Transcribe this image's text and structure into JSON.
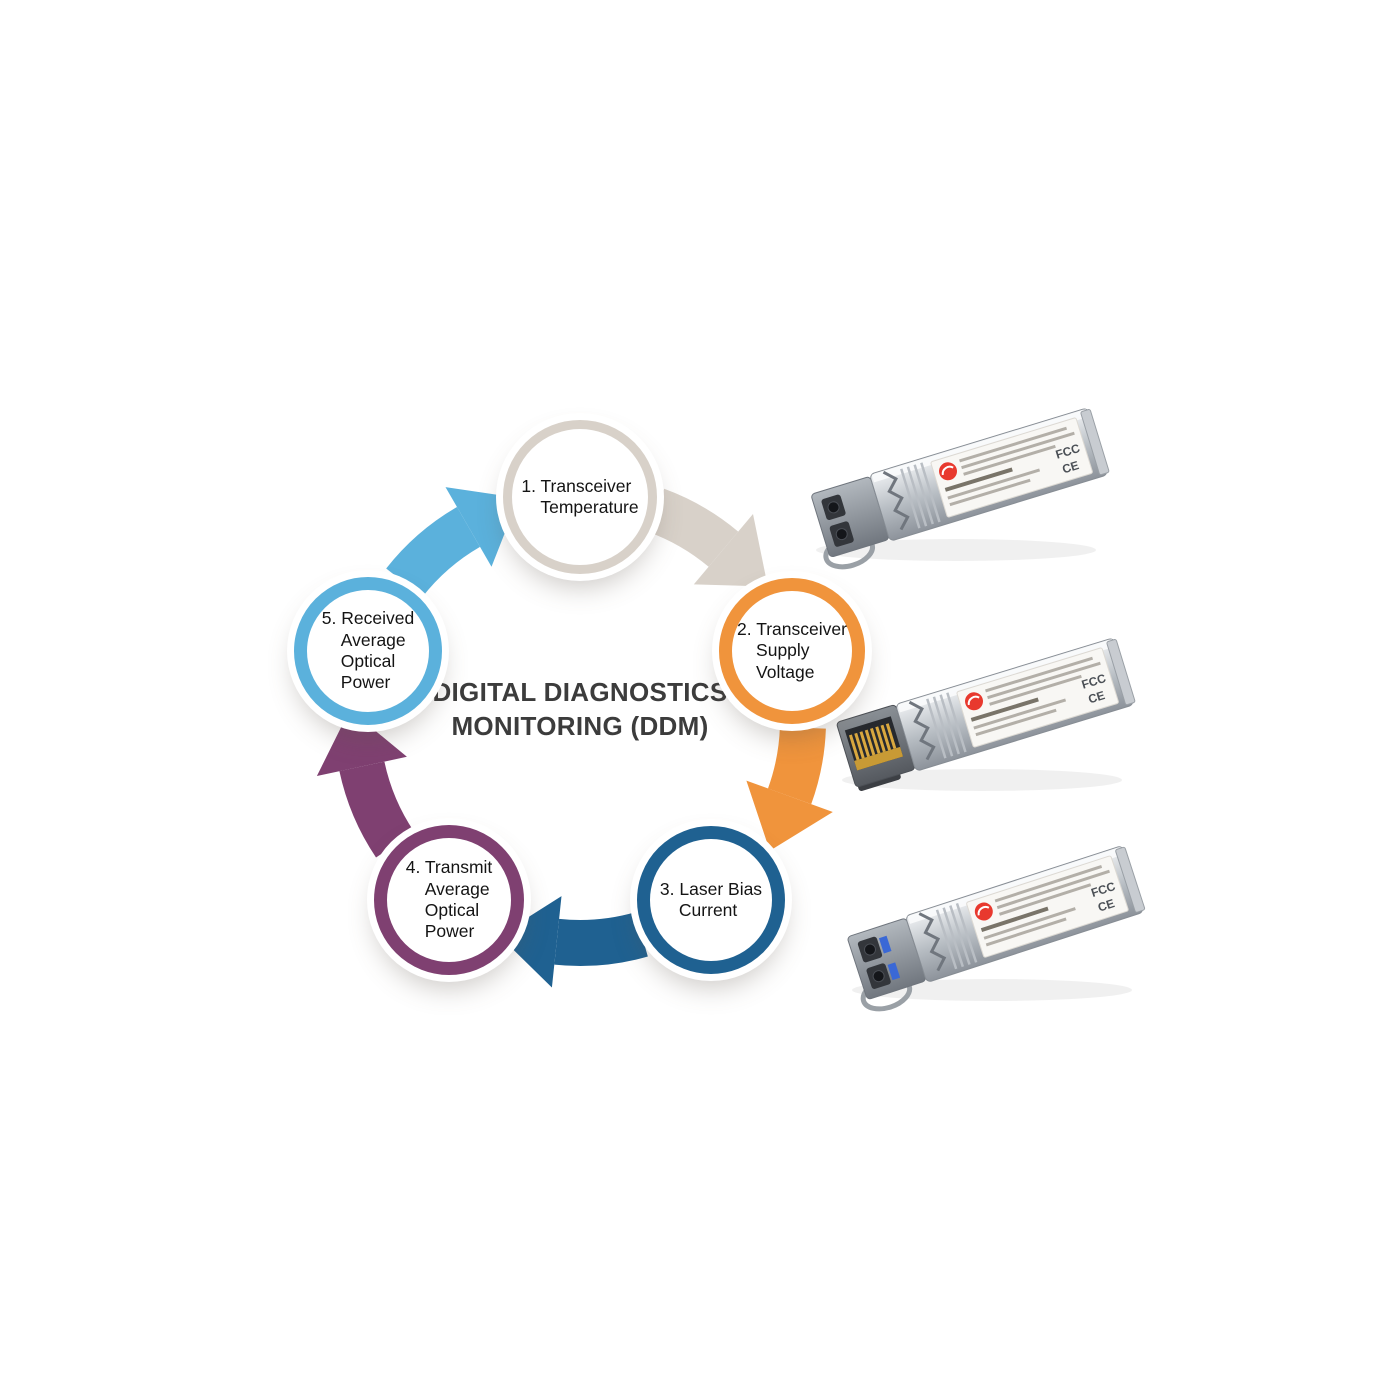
{
  "title": {
    "line1": "DIGITAL DIAGNOSTICS",
    "line2": "MONITORING (DDM)"
  },
  "cycle": {
    "direction": "clockwise",
    "nodes": [
      {
        "id": 1,
        "color": "#d8d1c9",
        "lines": [
          "1. Transceiver",
          "Temperature"
        ]
      },
      {
        "id": 2,
        "color": "#f0943c",
        "lines": [
          "2. Transceiver",
          "Supply",
          "Voltage"
        ]
      },
      {
        "id": 3,
        "color": "#1f6191",
        "lines": [
          "3. Laser Bias",
          "Current"
        ]
      },
      {
        "id": 4,
        "color": "#7f4071",
        "lines": [
          "4. Transmit",
          "Average",
          "Optical",
          "Power"
        ]
      },
      {
        "id": 5,
        "color": "#5bb1dc",
        "lines": [
          "5. Received",
          "Average",
          "Optical",
          "Power"
        ]
      }
    ]
  },
  "transceivers": {
    "fcc_mark": "FCC",
    "ce_mark": "CE",
    "brand_color": "#e8392e"
  }
}
